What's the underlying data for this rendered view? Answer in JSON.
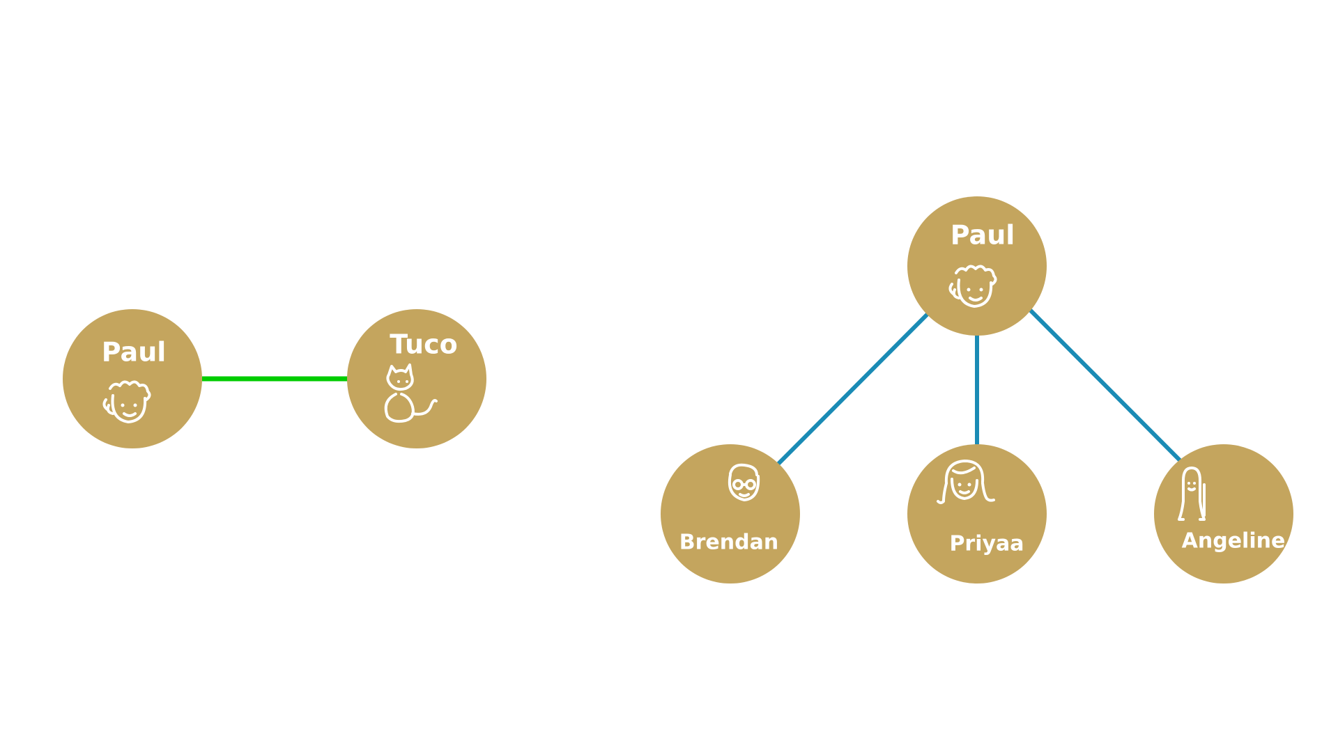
{
  "colors": {
    "background": "#ffffff",
    "node_fill": "#c4a55e",
    "node_text": "#ffffff",
    "pet_link": "#00cc00",
    "family_link": "#1a8bb5"
  },
  "groups": [
    {
      "id": "left-group",
      "nodes": [
        {
          "id": "paul-left",
          "label": "Paul",
          "icon": "boy-face-curly-hair-icon"
        },
        {
          "id": "tuco",
          "label": "Tuco",
          "icon": "cat-icon"
        }
      ],
      "edges": [
        {
          "from": "paul-left",
          "to": "tuco",
          "color_key": "pet_link"
        }
      ]
    },
    {
      "id": "right-group",
      "nodes": [
        {
          "id": "paul-right",
          "label": "Paul",
          "icon": "boy-face-curly-hair-icon"
        },
        {
          "id": "brendan",
          "label": "Brendan",
          "icon": "face-glasses-icon"
        },
        {
          "id": "priyaa",
          "label": "Priyaa",
          "icon": "girl-face-icon"
        },
        {
          "id": "angeline",
          "label": "Angeline",
          "icon": "woman-figure-icon"
        }
      ],
      "edges": [
        {
          "from": "paul-right",
          "to": "brendan",
          "color_key": "family_link"
        },
        {
          "from": "paul-right",
          "to": "priyaa",
          "color_key": "family_link"
        },
        {
          "from": "paul-right",
          "to": "angeline",
          "color_key": "family_link"
        }
      ]
    }
  ]
}
